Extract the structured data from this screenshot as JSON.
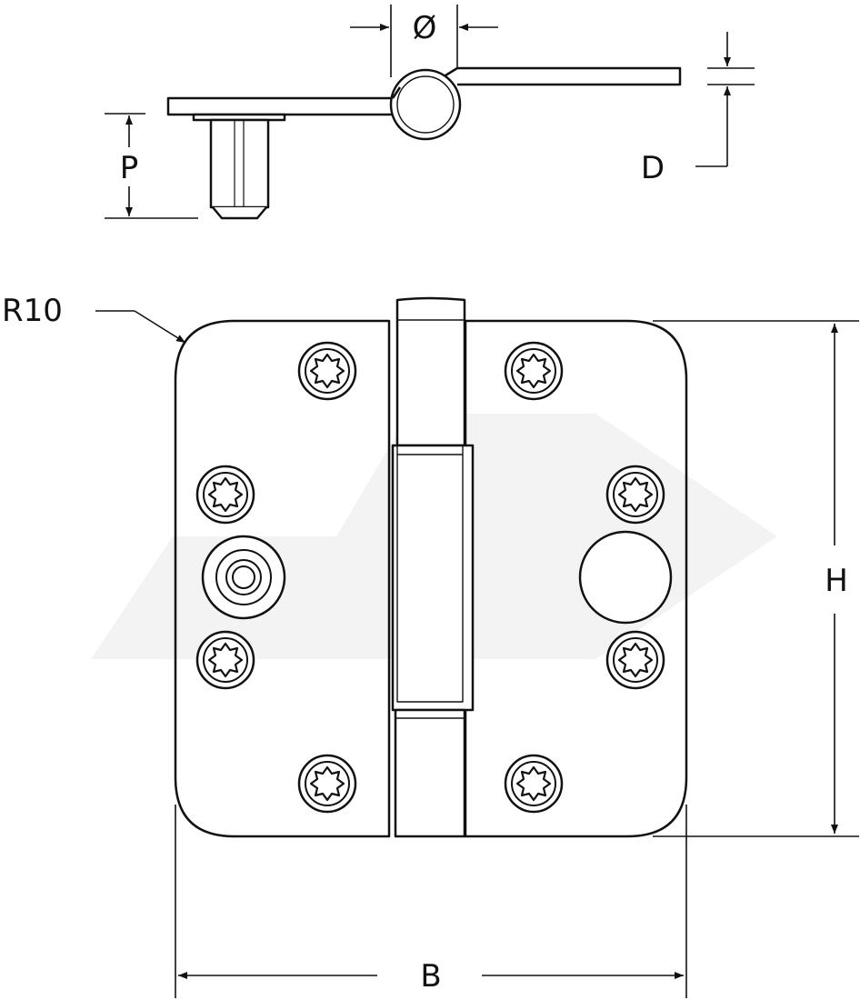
{
  "drawing": {
    "labels": {
      "diameter": "Ø",
      "thickness": "D",
      "pin_projection": "P",
      "radius": "R10",
      "height": "H",
      "width": "B"
    },
    "colors": {
      "line": "#111111",
      "watermark": "#f3f3f3",
      "background": "#ffffff"
    }
  }
}
